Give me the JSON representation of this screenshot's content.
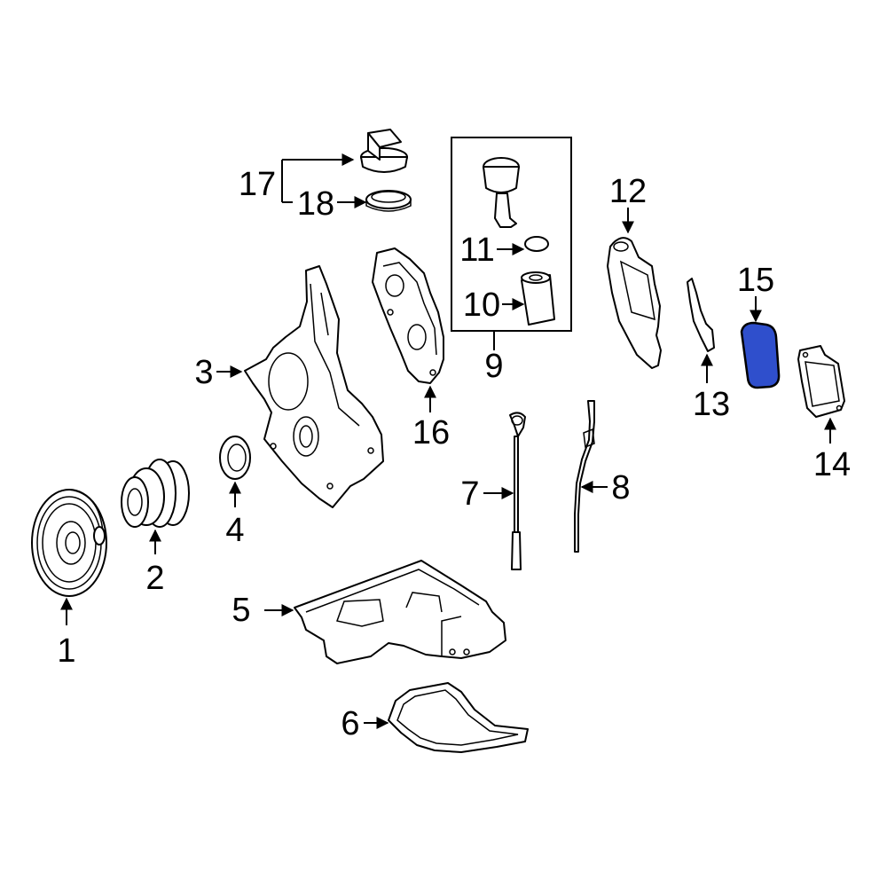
{
  "diagram": {
    "highlight_color": "#2f4fcc",
    "callouts": [
      {
        "id": "1",
        "label": "1"
      },
      {
        "id": "2",
        "label": "2"
      },
      {
        "id": "3",
        "label": "3"
      },
      {
        "id": "4",
        "label": "4"
      },
      {
        "id": "5",
        "label": "5"
      },
      {
        "id": "6",
        "label": "6"
      },
      {
        "id": "7",
        "label": "7"
      },
      {
        "id": "8",
        "label": "8"
      },
      {
        "id": "9",
        "label": "9"
      },
      {
        "id": "10",
        "label": "10"
      },
      {
        "id": "11",
        "label": "11"
      },
      {
        "id": "12",
        "label": "12"
      },
      {
        "id": "13",
        "label": "13"
      },
      {
        "id": "14",
        "label": "14"
      },
      {
        "id": "15",
        "label": "15",
        "highlighted": true
      },
      {
        "id": "16",
        "label": "16"
      },
      {
        "id": "17",
        "label": "17"
      },
      {
        "id": "18",
        "label": "18"
      }
    ]
  }
}
